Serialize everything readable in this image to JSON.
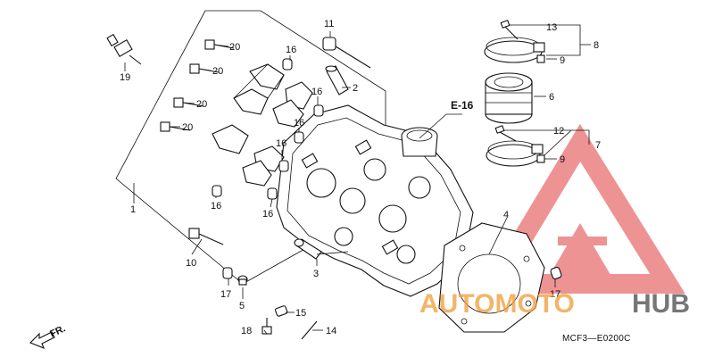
{
  "diagram": {
    "code": "MCF3—E0200C",
    "section_ref": "E-16",
    "front_marker": "FR.",
    "callouts": [
      "1",
      "2",
      "3",
      "4",
      "5",
      "6",
      "7",
      "8",
      "9",
      "9",
      "10",
      "11",
      "12",
      "13",
      "14",
      "15",
      "16",
      "16",
      "16",
      "16",
      "16",
      "16",
      "17",
      "17",
      "18",
      "19",
      "20",
      "20",
      "20",
      "20"
    ]
  },
  "watermark": {
    "brand_part1": "AUTOMOTO",
    "brand_part2": "HUB",
    "colors": {
      "orange": "#f2a243",
      "red": "#e03b3b",
      "gray": "#555555"
    }
  }
}
